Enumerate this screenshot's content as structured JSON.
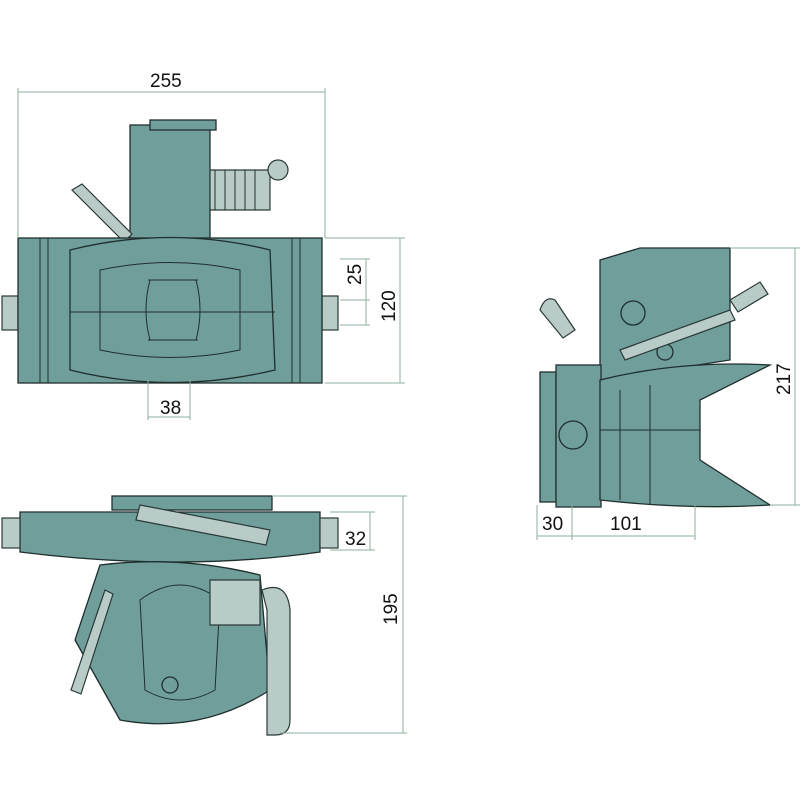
{
  "title": "Drawing of a tow hitch with dimensions",
  "colors": {
    "body": "#6f9e9b",
    "outline": "#1f2f2e",
    "dimension_line": "#8db19b",
    "handle": "#b9cbc6"
  },
  "dimensions": {
    "front_width": "255",
    "front_offset": "25",
    "front_height": "120",
    "front_jaw": "38",
    "side_height": "217",
    "side_plate": "30",
    "side_depth": "101",
    "top_flange": "32",
    "top_depth": "195"
  }
}
